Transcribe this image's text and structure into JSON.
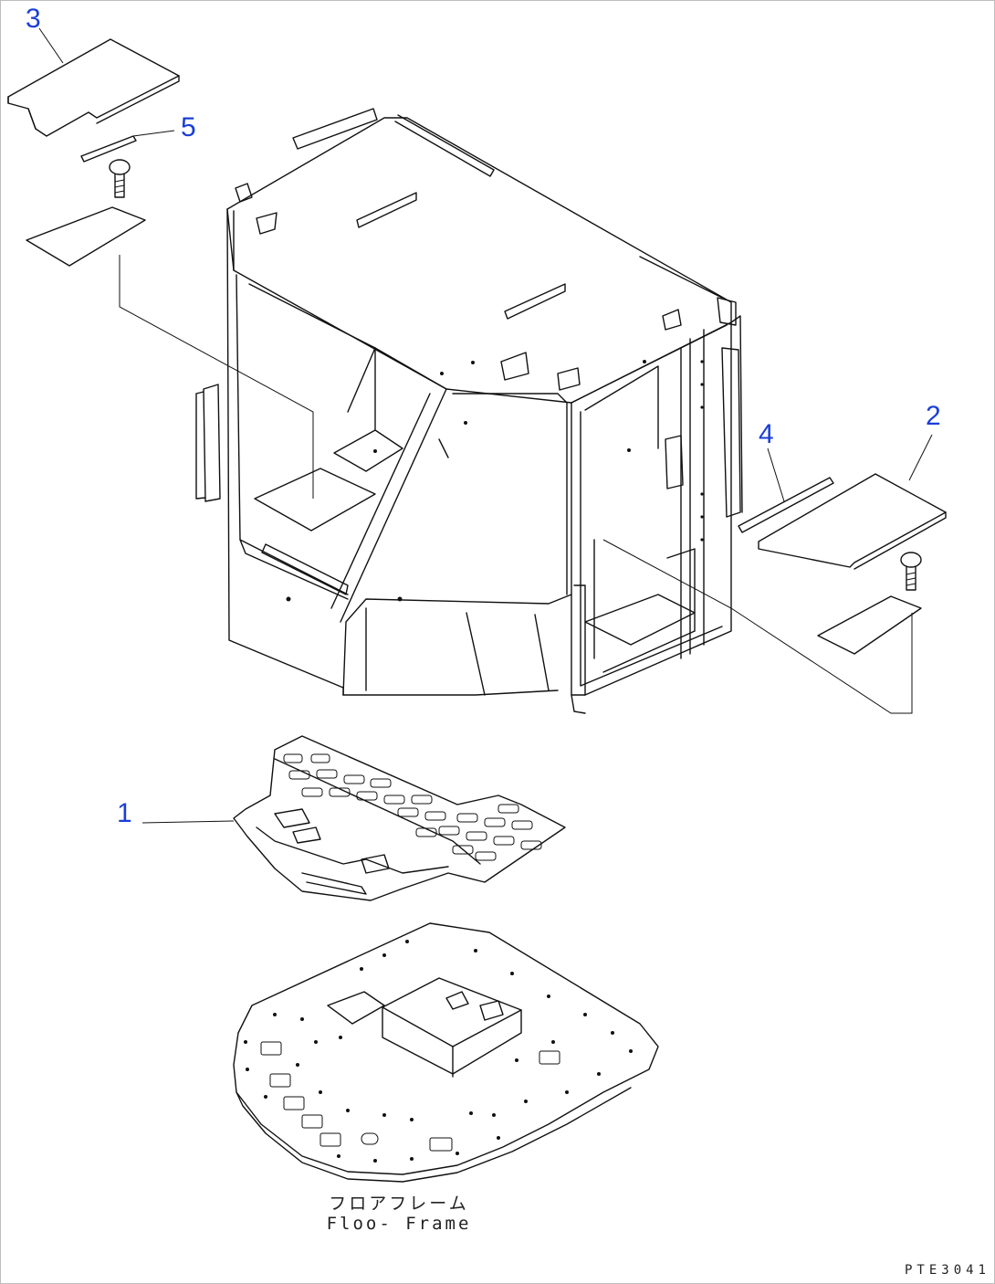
{
  "callouts": {
    "part_1": "1",
    "part_2": "2",
    "part_3": "3",
    "part_4": "4",
    "part_5": "5"
  },
  "floor_frame": {
    "label_jp": "フロアフレーム",
    "label_en": "Floo- Frame"
  },
  "drawing_code": "PTE3041",
  "colors": {
    "callout": "#1a3fd6",
    "line": "#111111",
    "background": "#ffffff"
  }
}
